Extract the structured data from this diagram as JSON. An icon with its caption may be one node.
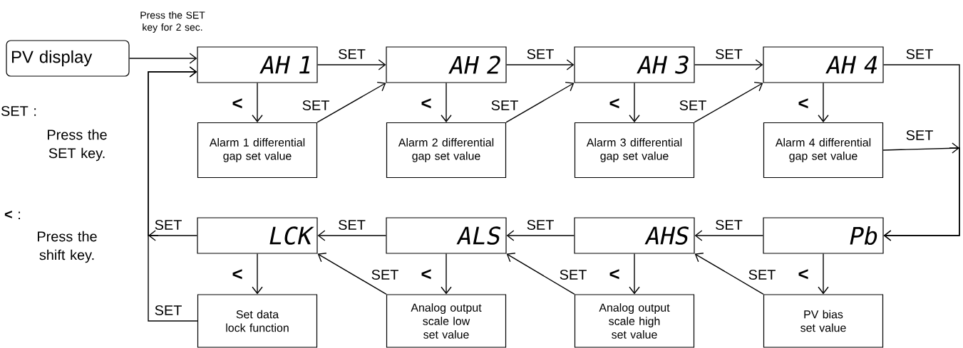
{
  "diagram": {
    "nodes": [
      {
        "text": [
          "PV display"
        ]
      },
      {
        "text": [
          "AH 1"
        ]
      },
      {
        "text": [
          "AH 2"
        ]
      },
      {
        "text": [
          "AH 3"
        ]
      },
      {
        "text": [
          "AH 4"
        ]
      },
      {
        "text": [
          "Alarm 1 differential gap set value"
        ]
      },
      {
        "text": [
          "Alarm 2 differential gap set value"
        ]
      },
      {
        "text": [
          "Alarm 3 differential gap set value"
        ]
      },
      {
        "text": [
          "Alarm 4 differential gap set value"
        ]
      },
      {
        "text": [
          "LCK"
        ]
      },
      {
        "text": [
          "ALS"
        ]
      },
      {
        "text": [
          "AHS"
        ]
      },
      {
        "text": [
          "Pb"
        ]
      },
      {
        "text": [
          "Set data lock function"
        ]
      },
      {
        "text": [
          "Analog output scale low set value"
        ]
      },
      {
        "text": [
          "Analog output scale high set value"
        ]
      },
      {
        "text": [
          "PV bias set value"
        ]
      }
    ],
    "edges": [
      {
        "from": 0,
        "to": 1,
        "arrow": "to",
        "label": "Press the SET key for 2 sec."
      },
      {
        "from": 1,
        "to": 2,
        "arrow": "to",
        "label": "SET"
      },
      {
        "from": 2,
        "to": 3,
        "arrow": "to",
        "label": "SET"
      },
      {
        "from": 3,
        "to": 4,
        "arrow": "to",
        "label": "SET"
      },
      {
        "from": 4,
        "to": 12,
        "arrow": "to",
        "label": "SET"
      },
      {
        "from": 1,
        "to": 5,
        "arrow": "to",
        "label": "<"
      },
      {
        "from": 5,
        "to": 2,
        "arrow": "to",
        "label": "SET"
      },
      {
        "from": 2,
        "to": 6,
        "arrow": "to",
        "label": "<"
      },
      {
        "from": 6,
        "to": 3,
        "arrow": "to",
        "label": "SET"
      },
      {
        "from": 3,
        "to": 7,
        "arrow": "to",
        "label": "<"
      },
      {
        "from": 7,
        "to": 4,
        "arrow": "to",
        "label": "SET"
      },
      {
        "from": 4,
        "to": 8,
        "arrow": "to",
        "label": "<"
      },
      {
        "from": 8,
        "to": 12,
        "arrow": "to",
        "label": "SET"
      },
      {
        "from": 12,
        "to": 11,
        "arrow": "to",
        "label": "SET"
      },
      {
        "from": 11,
        "to": 10,
        "arrow": "to",
        "label": "SET"
      },
      {
        "from": 10,
        "to": 9,
        "arrow": "to",
        "label": "SET"
      },
      {
        "from": 9,
        "to": 1,
        "arrow": "to",
        "label": "SET"
      },
      {
        "from": 13,
        "to": 1,
        "arrow": "to",
        "label": "SET"
      },
      {
        "from": 12,
        "to": 16,
        "arrow": "to",
        "label": "<"
      },
      {
        "from": 16,
        "to": 11,
        "arrow": "to",
        "label": "SET"
      },
      {
        "from": 11,
        "to": 15,
        "arrow": "to",
        "label": "<"
      },
      {
        "from": 15,
        "to": 10,
        "arrow": "to",
        "label": "SET"
      },
      {
        "from": 10,
        "to": 14,
        "arrow": "to",
        "label": "<"
      },
      {
        "from": 14,
        "to": 9,
        "arrow": "to",
        "label": "SET"
      },
      {
        "from": 9,
        "to": 13,
        "arrow": "to",
        "label": "<"
      }
    ],
    "labels": [
      "SET :",
      "Press the SET key.",
      "**<** :",
      "Press the shift key."
    ]
  }
}
